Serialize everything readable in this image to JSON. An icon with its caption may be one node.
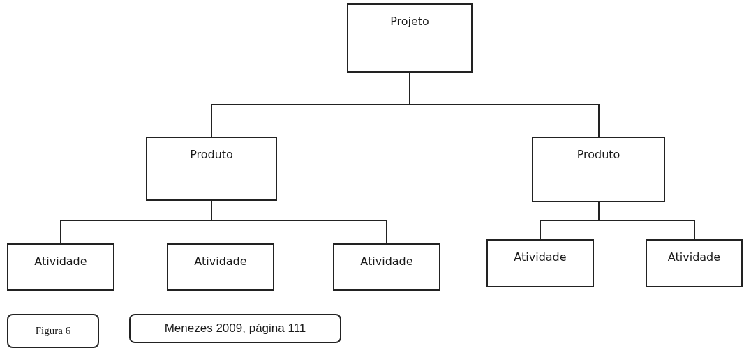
{
  "diagram": {
    "nodes": [
      {
        "text": [
          "Projeto"
        ]
      },
      {
        "text": [
          "Produto"
        ]
      },
      {
        "text": [
          "Produto"
        ]
      },
      {
        "text": [
          "Atividade"
        ]
      },
      {
        "text": [
          "Atividade"
        ]
      },
      {
        "text": [
          "Atividade"
        ]
      },
      {
        "text": [
          "Atividade"
        ]
      },
      {
        "text": [
          "Atividade"
        ]
      },
      {
        "text": [
          "Figura 6"
        ]
      },
      {
        "text": [
          "Menezes 2009, página 111"
        ]
      }
    ],
    "edges": [
      {
        "from": 0,
        "to": 1,
        "arrow": "none"
      },
      {
        "from": 0,
        "to": 2,
        "arrow": "none"
      },
      {
        "from": 1,
        "to": 3,
        "arrow": "none"
      },
      {
        "from": 1,
        "to": 5,
        "arrow": "none"
      },
      {
        "from": 2,
        "to": 6,
        "arrow": "none"
      },
      {
        "from": 2,
        "to": 7,
        "arrow": "none"
      }
    ]
  }
}
